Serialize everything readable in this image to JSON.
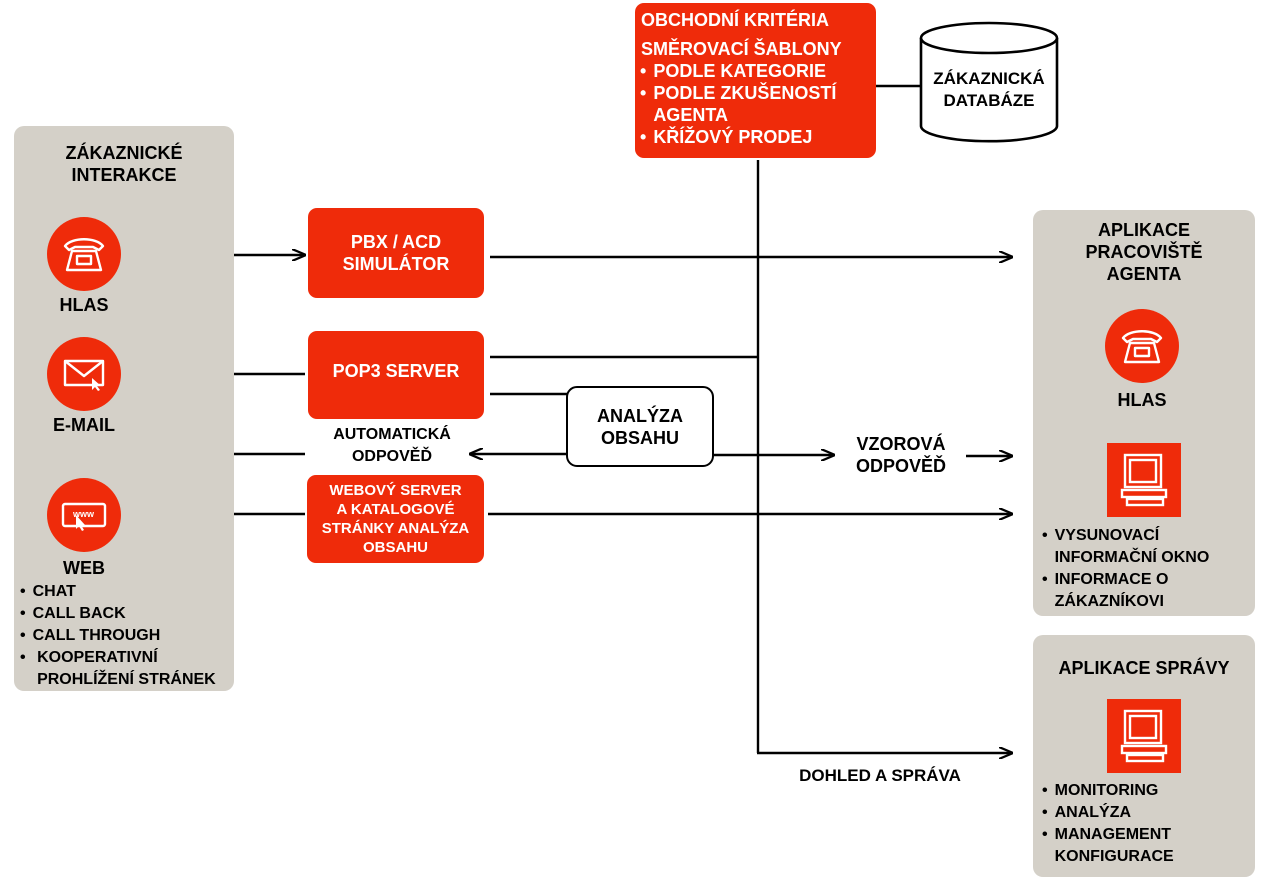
{
  "criteria": {
    "title": "OBCHODNÍ KRITÉRIA",
    "subtitle": "SMĚROVACÍ ŠABLONY",
    "items": [
      "PODLE KATEGORIE",
      "PODLE ZKUŠENOSTÍ AGENTA",
      "KŘÍŽOVÝ PRODEJ"
    ]
  },
  "database": {
    "line1": "ZÁKAZNICKÁ",
    "line2": "DATABÁZE"
  },
  "left_panel": {
    "title_line1": "ZÁKAZNICKÉ",
    "title_line2": "INTERAKCE",
    "voice_label": "HLAS",
    "email_label": "E-MAIL",
    "web_label": "WEB",
    "web_items": [
      "CHAT",
      "CALL BACK",
      "CALL THROUGH",
      "KOOPERATIVNÍ PROHLÍŽENÍ STRÁNEK"
    ]
  },
  "pbx": {
    "line1": "PBX / ACD",
    "line2": "SIMULÁTOR"
  },
  "pop3": {
    "label": "POP3 SERVER"
  },
  "auto_reply": {
    "line1": "AUTOMATICKÁ",
    "line2": "ODPOVĚĎ"
  },
  "analysis": {
    "line1": "ANALÝZA",
    "line2": "OBSAHU"
  },
  "webserver": {
    "line1": "WEBOVÝ SERVER",
    "line2": "A KATALOGOVÉ",
    "line3": "STRÁNKY ANALÝZA",
    "line4": "OBSAHU"
  },
  "template_reply": {
    "line1": "VZOROVÁ",
    "line2": "ODPOVĚĎ"
  },
  "monitoring_label": "DOHLED A SPRÁVA",
  "agent_panel": {
    "title_line1": "APLIKACE",
    "title_line2": "PRACOVIŠTĚ",
    "title_line3": "AGENTA",
    "voice_label": "HLAS",
    "items": [
      "VYSUNOVACÍ INFORMAČNÍ OKNO",
      "INFORMACE O ZÁKAZNÍKOVI"
    ]
  },
  "admin_panel": {
    "title": "APLIKACE SPRÁVY",
    "items": [
      "MONITORING",
      "ANALÝZA",
      "MANAGEMENT KONFIGURACE"
    ]
  },
  "colors": {
    "accent": "#ef2b0a",
    "panel": "#d4d0c8"
  },
  "icons": [
    "phone-icon",
    "envelope-icon",
    "web-icon",
    "computer-icon"
  ]
}
